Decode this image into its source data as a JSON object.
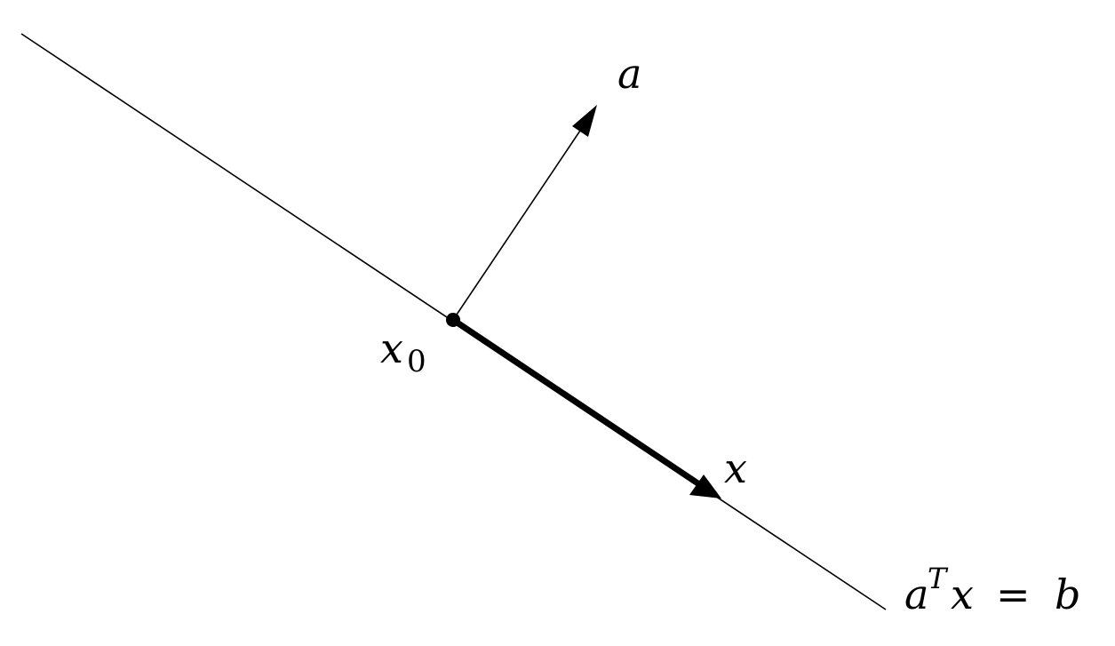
{
  "diagram": {
    "labels": {
      "normal_vector": "a",
      "base_point": "x",
      "base_point_subscript": "0",
      "point": "x",
      "hyperplane_lhs_a": "a",
      "hyperplane_sup": "T",
      "hyperplane_lhs_x": "x",
      "hyperplane_eq": "=",
      "hyperplane_rhs": "b"
    },
    "colors": {
      "ink": "#000000",
      "background": "#ffffff"
    }
  }
}
